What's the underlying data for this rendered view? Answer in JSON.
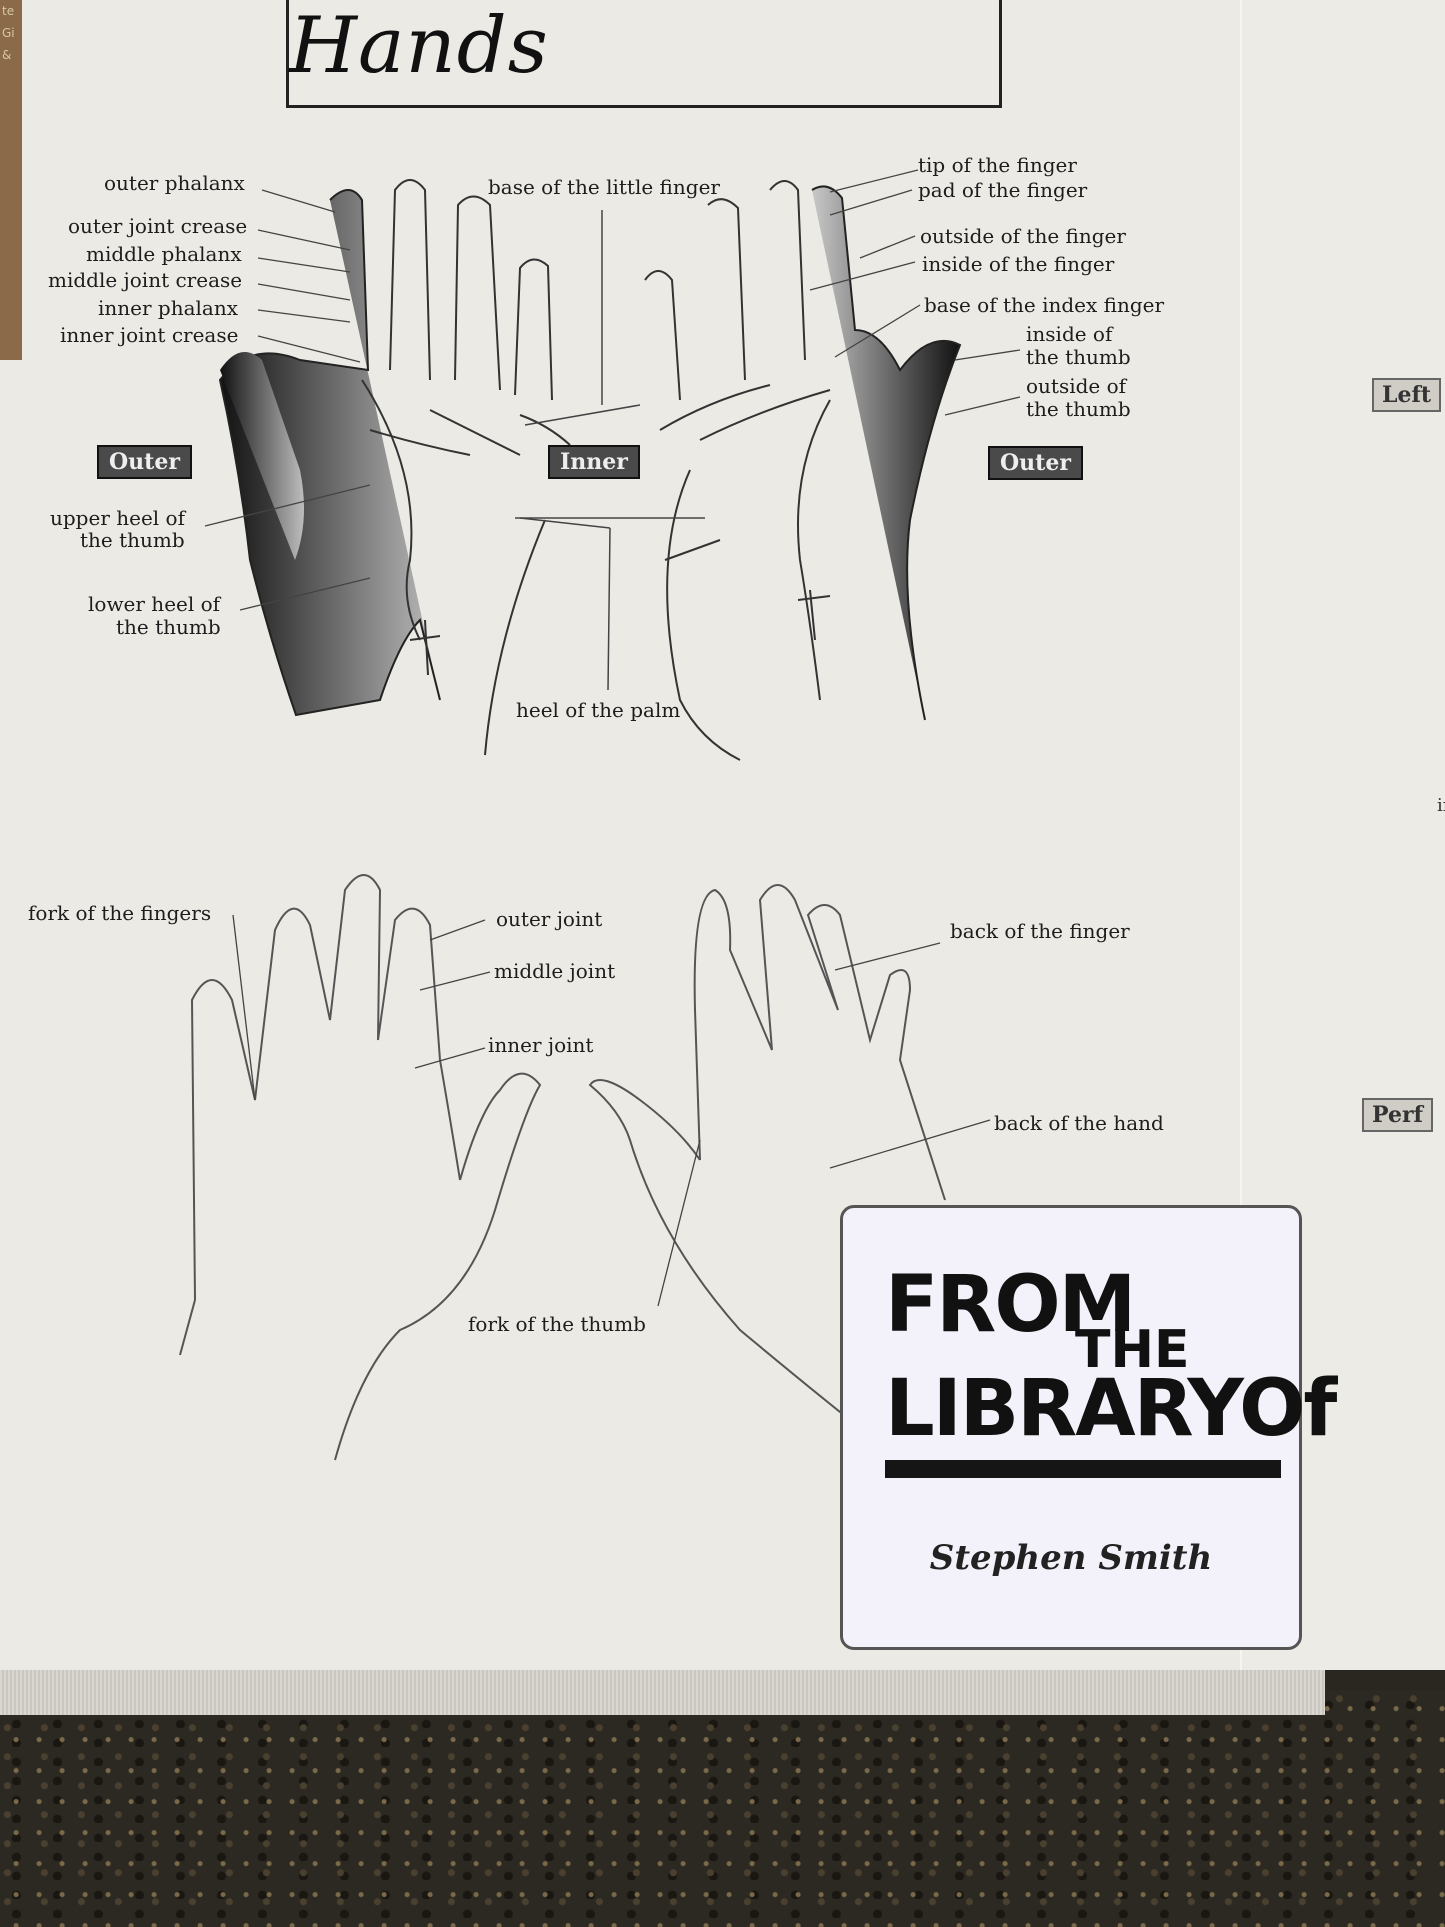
{
  "title": "Map of the Hands",
  "spine_text": [
    "te",
    "Gi",
    "&"
  ],
  "palm_labels": {
    "outer_phalanx": "outer phalanx",
    "outer_joint_crease": "outer joint crease",
    "middle_phalanx": "middle phalanx",
    "middle_joint_crease": "middle joint crease",
    "inner_phalanx": "inner phalanx",
    "inner_joint_crease": "inner joint crease",
    "base_little_finger": "base of the little finger",
    "tip_finger": "tip of the finger",
    "pad_finger": "pad of the finger",
    "outside_finger": "outside of the finger",
    "inside_finger": "inside of the finger",
    "base_index_finger": "base of the index finger",
    "inside_thumb_1": "inside of",
    "inside_thumb_2": "the thumb",
    "outside_thumb_1": "outside of",
    "outside_thumb_2": "the thumb",
    "upper_heel_1": "upper heel of",
    "upper_heel_2": "the thumb",
    "lower_heel_1": "lower heel of",
    "lower_heel_2": "the thumb",
    "heel_palm": "heel of the palm"
  },
  "tags": {
    "outer_left": "Outer",
    "inner": "Inner",
    "outer_right": "Outer"
  },
  "back_labels": {
    "fork_fingers": "fork of the fingers",
    "outer_joint": "outer joint",
    "middle_joint": "middle joint",
    "inner_joint": "inner joint",
    "back_finger": "back of the finger",
    "back_hand": "back of the hand",
    "fork_thumb": "fork of the thumb"
  },
  "side_page": {
    "tab1": "Left",
    "small": "in",
    "tab2": "Perf"
  },
  "stamp": {
    "from": "FROM",
    "the": "THE",
    "library": "LIBRARYOf",
    "owner": "Stephen Smith"
  }
}
